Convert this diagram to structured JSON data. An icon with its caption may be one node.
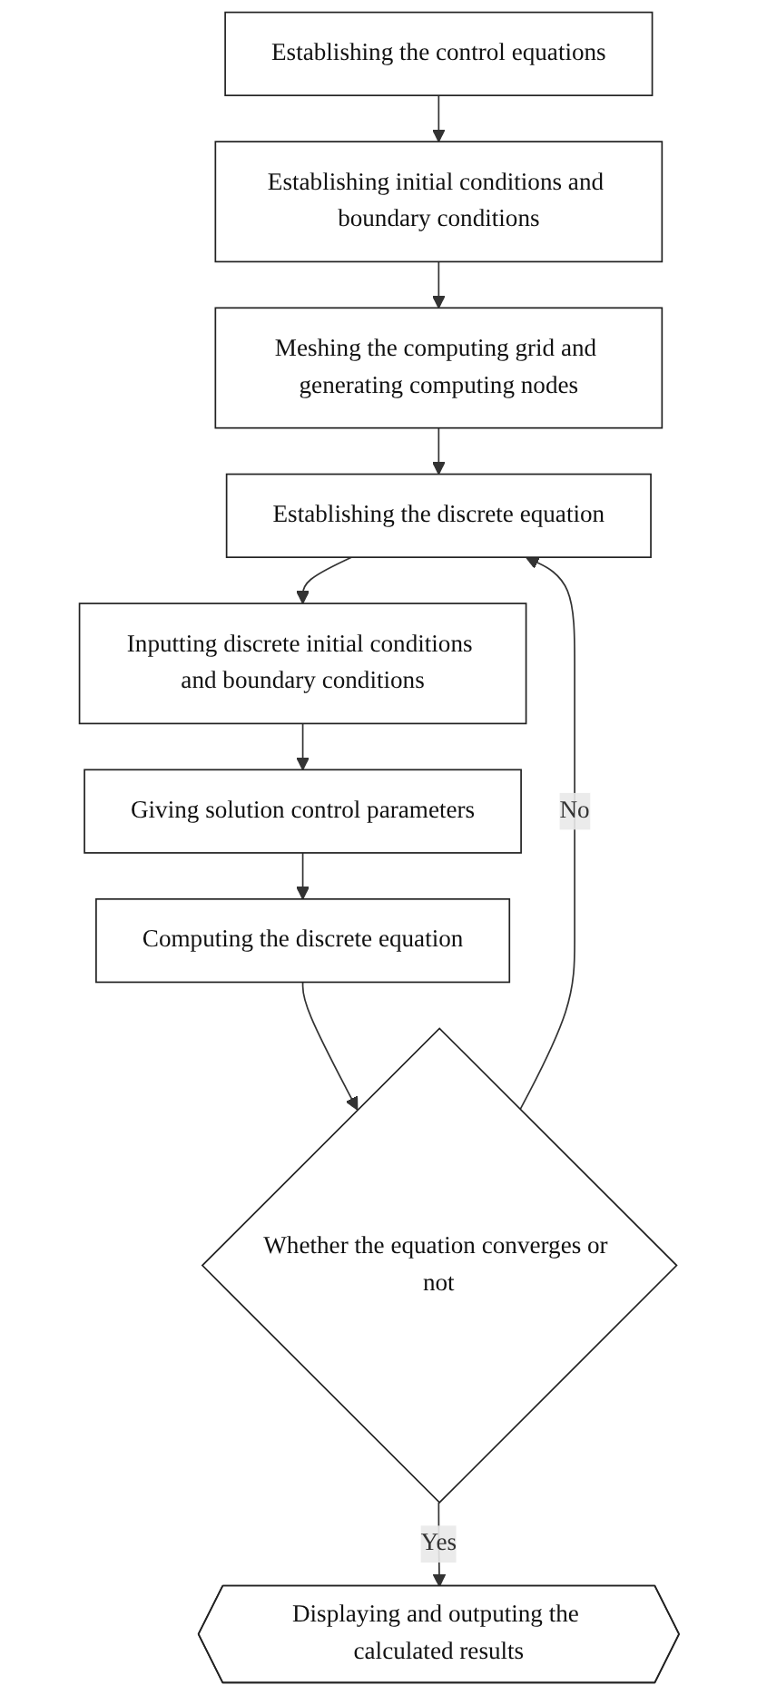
{
  "diagram": {
    "nodes": [
      {
        "text": [
          "Establishing the control equations"
        ]
      },
      {
        "text": [
          "Establishing initial conditions and boundary conditions"
        ]
      },
      {
        "text": [
          "Meshing the computing grid and generating computing nodes"
        ]
      },
      {
        "text": [
          "Establishing the discrete equation"
        ]
      },
      {
        "text": [
          "Inputting discrete initial conditions and boundary conditions"
        ]
      },
      {
        "text": [
          "Giving solution control parameters"
        ]
      },
      {
        "text": [
          "Computing the discrete equation"
        ]
      },
      {
        "text": [
          "Whether the equation converges or not"
        ]
      },
      {
        "text": [
          "Displaying and outputing the calculated results"
        ]
      }
    ],
    "edges": [
      {
        "from": 0,
        "to": 1,
        "arrow": "to"
      },
      {
        "from": 1,
        "to": 2,
        "arrow": "to"
      },
      {
        "from": 2,
        "to": 3,
        "arrow": "to"
      },
      {
        "from": 3,
        "to": 4,
        "arrow": "to"
      },
      {
        "from": 4,
        "to": 5,
        "arrow": "to"
      },
      {
        "from": 5,
        "to": 6,
        "arrow": "to"
      },
      {
        "from": 6,
        "to": 7,
        "arrow": "to"
      },
      {
        "from": 7,
        "to": 8,
        "label": "Yes",
        "arrow": "to"
      },
      {
        "from": 7,
        "to": 3,
        "label": "No",
        "arrow": "to"
      }
    ]
  }
}
